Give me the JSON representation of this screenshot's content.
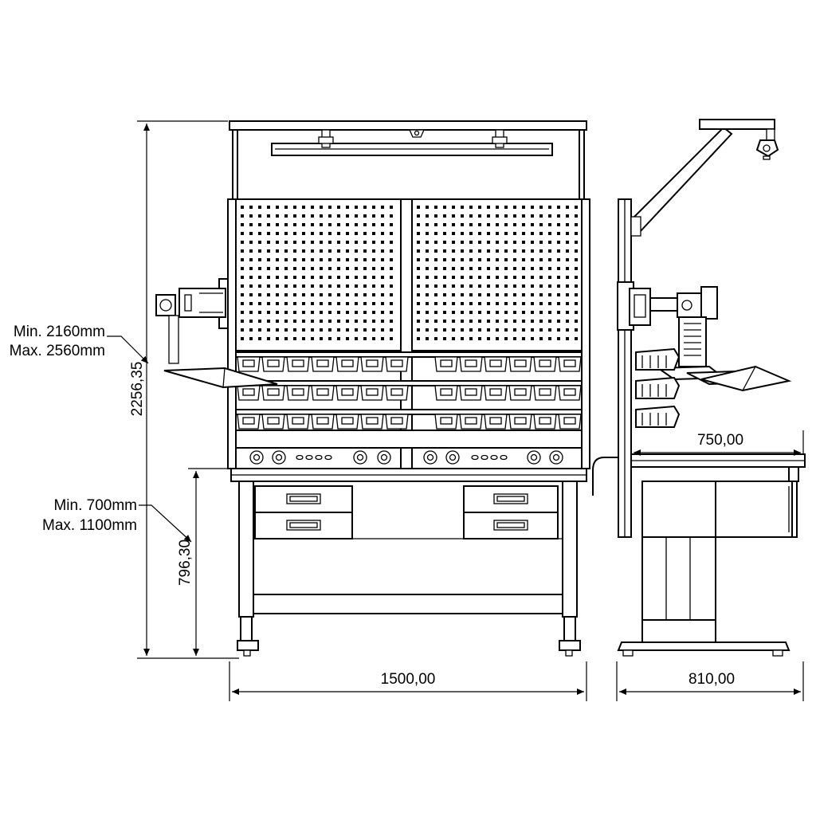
{
  "dimensions": {
    "front_width": "1500,00",
    "side_depth": "810,00",
    "top_depth": "750,00",
    "total_height": "2256,35",
    "table_height": "796,30"
  },
  "notes": {
    "total_min": "Min. 2160mm",
    "total_max": "Max. 2560mm",
    "table_min": "Min. 700mm",
    "table_max": "Max. 1100mm"
  }
}
